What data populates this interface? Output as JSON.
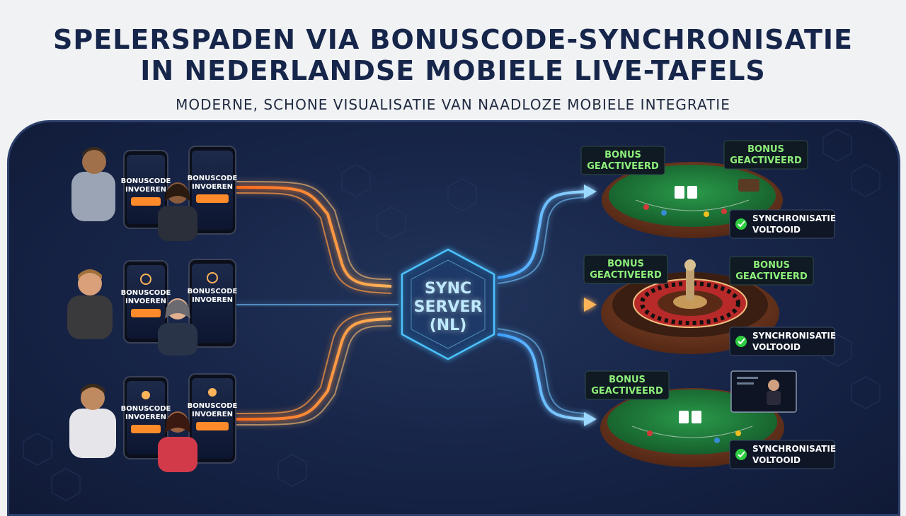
{
  "header": {
    "title_line1": "SPELERSPADEN VIA BONUSCODE-SYNCHRONISATIE",
    "title_line2": "IN NEDERLANDSE MOBIELE LIVE-TAFELS",
    "subtitle": "MODERNE, SCHONE VISUALISATIE VAN NAADLOZE MOBIELE INTEGRATIE"
  },
  "phones": {
    "rows": [
      {
        "left_label": [
          "BONUSCODE",
          "INVOEREN"
        ],
        "right_label": [
          "BONUSCODE",
          "INVOEREN"
        ]
      },
      {
        "left_label": [
          "BONUSCODE",
          "INVOEREN"
        ],
        "right_label": [
          "BONUSCODE",
          "INVOEREN"
        ]
      },
      {
        "left_label": [
          "BONUSCODE",
          "INVOEREN"
        ],
        "right_label": [
          "BONUSCODE",
          "INVOEREN"
        ]
      }
    ]
  },
  "server": {
    "line1": "SYNC",
    "line2": "SERVER",
    "line3": "(NL)"
  },
  "tables": [
    {
      "game": "blackjack",
      "badges": [
        [
          "BONUS",
          "GEACTIVEERD"
        ],
        [
          "BONUS",
          "GEACTIVEERD"
        ]
      ],
      "sync": [
        "SYNCHRONISATIE",
        "VOLTOOID"
      ]
    },
    {
      "game": "roulette",
      "badges": [
        [
          "BONUS",
          "GEACTIVEERD"
        ],
        [
          "BONUS",
          "GEACTIVEERD"
        ]
      ],
      "sync": [
        "SYNCHRONISATIE",
        "VOLTOOID"
      ]
    },
    {
      "game": "blackjack-live-dealer",
      "badges": [
        [
          "BONUS",
          "GEACTIVEERD"
        ]
      ],
      "sync": [
        "SYNCHRONISATIE",
        "VOLTOOID"
      ]
    }
  ],
  "colors": {
    "title": "#16254a",
    "stage": "#18264a",
    "orange_path": "#ff8a2a",
    "blue_path": "#58b8ff",
    "server": "#4ec3ff",
    "felt": "#1f7a3a",
    "badge_text": "#8ef07a",
    "check": "#2ecc40"
  }
}
